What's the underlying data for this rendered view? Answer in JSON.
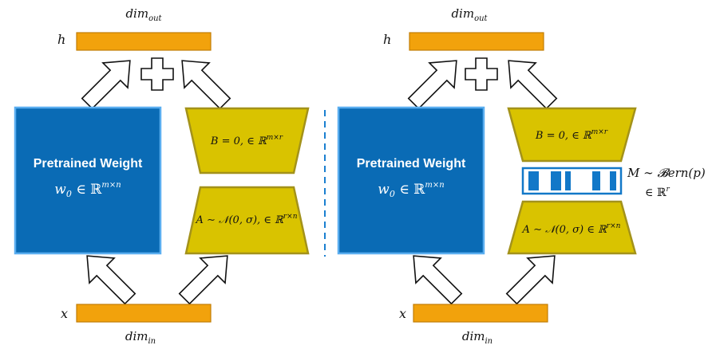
{
  "colors": {
    "orange": "#f2a20c",
    "orange_stroke": "#c27d05",
    "blue": "#0a6bb5",
    "blue_stroke": "#5aaef0",
    "gold": "#d9c300",
    "gold_stroke": "#a3921a",
    "divider": "#1a7fd0",
    "mask_blue": "#1278c8"
  },
  "left": {
    "out_label": "dim",
    "out_sub": "out",
    "h_label": "h",
    "x_label": "x",
    "in_label": "dim",
    "in_sub": "in",
    "pretrained_title": "Pretrained Weight",
    "w0_text": "w",
    "w0_sub": "0",
    "w0_rest": " ∈ ℝ",
    "w0_sup": "m×n",
    "b_text": "B = 0, ∈ ℝ",
    "b_sup": "m×r",
    "a_text": "A ∼ 𝒩(0, σ), ∈ ℝ",
    "a_sup": "r×n",
    "plus": "+"
  },
  "right": {
    "out_label": "dim",
    "out_sub": "out",
    "h_label": "h",
    "x_label": "x",
    "in_label": "dim",
    "in_sub": "in",
    "pretrained_title": "Pretrained Weight",
    "w0_text": "w",
    "w0_sub": "0",
    "w0_rest": " ∈ ℝ",
    "w0_sup": "m×n",
    "b_text": "B = 0, ∈ ℝ",
    "b_sup": "m×r",
    "a_text": "A ∼ 𝒩(0, σ) ∈ ℝ",
    "a_sup": "r×n",
    "mask_text": "M ∼ 𝓑ern(p)",
    "mask_space": "∈ ℝ",
    "mask_space_sup": "r",
    "plus": "+"
  }
}
